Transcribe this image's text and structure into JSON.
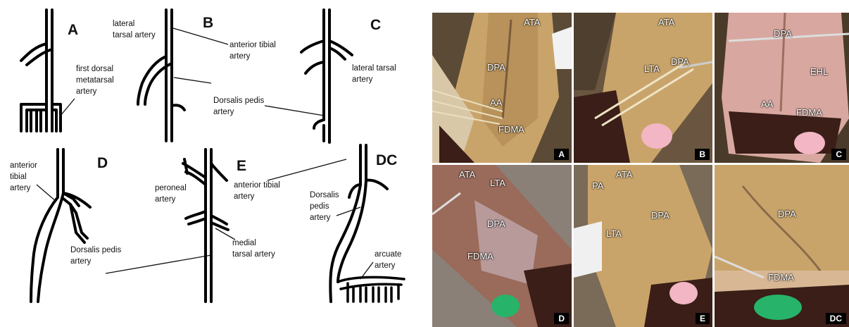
{
  "diagram": {
    "panels": {
      "A": {
        "letter": "A",
        "labels": [
          "first dorsal",
          "metatarsal",
          "artery"
        ]
      },
      "B": {
        "letter": "B",
        "labels": [
          "lateral",
          "tarsal artery",
          "anterior tibial",
          "artery",
          "Dorsalis pedis",
          "artery"
        ]
      },
      "C": {
        "letter": "C",
        "labels": [
          "lateral tarsal",
          "artery"
        ]
      },
      "D": {
        "letter": "D",
        "labels": [
          "anterior",
          "tibial",
          "artery",
          "Dorsalis pedis",
          "artery"
        ]
      },
      "E": {
        "letter": "E",
        "labels": [
          "peroneal",
          "artery",
          "anterior tibial",
          "artery",
          "medial",
          "tarsal artery"
        ]
      },
      "DC": {
        "letter": "DC",
        "labels": [
          "Dorsalis",
          "pedis",
          "artery",
          "arcuate",
          "artery"
        ]
      }
    }
  },
  "photos": [
    {
      "panel": "A",
      "labels": [
        "ATA",
        "DPA",
        "AA",
        "FDMA"
      ]
    },
    {
      "panel": "B",
      "labels": [
        "ATA",
        "LTA",
        "DPA"
      ]
    },
    {
      "panel": "C",
      "labels": [
        "DPA",
        "EHL",
        "AA",
        "FDMA"
      ]
    },
    {
      "panel": "D",
      "labels": [
        "ATA",
        "LTA",
        "DPA",
        "FDMA"
      ]
    },
    {
      "panel": "E",
      "labels": [
        "PA",
        "ATA",
        "DPA",
        "LTA"
      ]
    },
    {
      "panel": "DC",
      "labels": [
        "DPA",
        "FDMA"
      ]
    }
  ],
  "colors": {
    "skin": "#c9a46a",
    "tissue": "#d8b894",
    "toes": "#3a1e17",
    "pink_tag": "#f2b6c4",
    "green_tag": "#27b36a",
    "panel_tag_bg": "#000000"
  }
}
